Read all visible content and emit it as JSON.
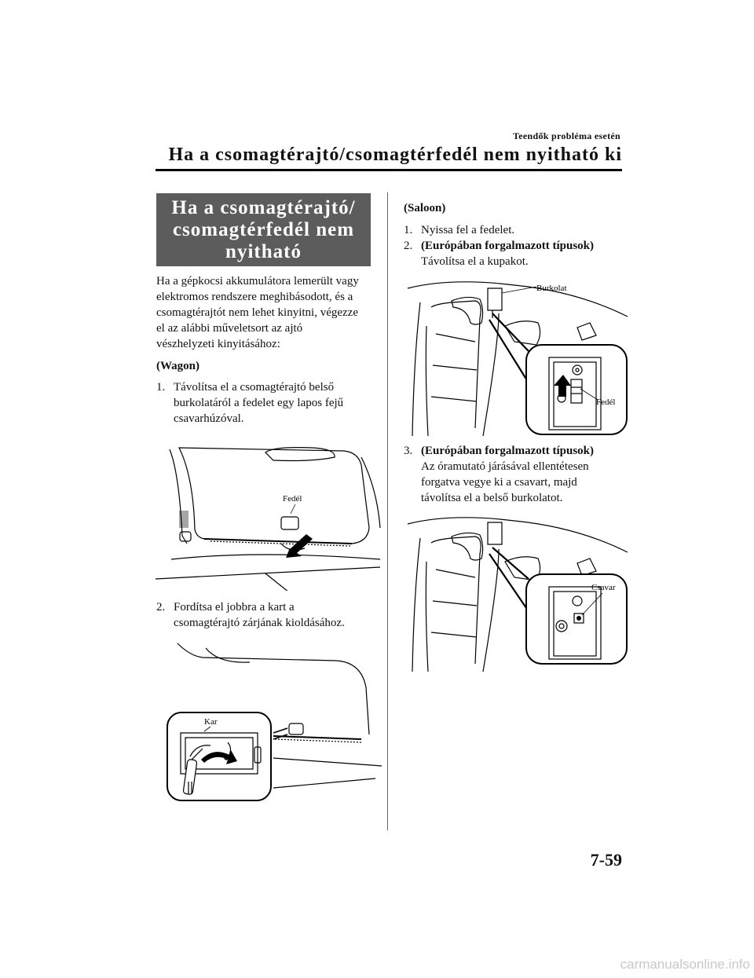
{
  "header": {
    "running_title": "Teendők probléma esetén",
    "page_title": "Ha a csomagtérajtó/csomagtérfedél nem nyitható ki"
  },
  "section_title": "Ha a csomagtérajtó/\ncsomagtérfedél nem\nnyitható",
  "intro_paragraph": [
    "Ha a gépkocsi akkumulátora lemerült vagy",
    "elektromos rendszere meghibásodott, és a",
    "csomagtérajtót nem lehet kinyitni, végezze",
    "el az alábbi műveletsort az ajtó",
    "vészhelyzeti kinyitásához:"
  ],
  "wagon": {
    "heading": "(Wagon)",
    "step1": {
      "num": "1.",
      "text": "Távolítsa el a csomagtérajtó belső\nburkolatáról a fedelet egy lapos fejű\ncsavarhúzóval."
    },
    "fig1_label": "Fedél",
    "step2": {
      "num": "2.",
      "text": "Fordítsa el jobbra a kart a\ncsomagtérajtó zárjának kioldásához."
    },
    "fig2_label": "Kar"
  },
  "saloon": {
    "heading": "(Saloon)",
    "step1": {
      "num": "1.",
      "text": "Nyissa fel a fedelet."
    },
    "step2": {
      "num": "2.",
      "bold": "(Európában forgalmazott típusok)",
      "text": "Távolítsa el a kupakot."
    },
    "fig3_labels": {
      "cover": "Burkolat",
      "lid": "Fedél"
    },
    "step3": {
      "num": "3.",
      "bold": "(Európában forgalmazott típusok)",
      "text": "Az óramutató járásával ellentétesen\nforgatva vegye ki a csavart, majd\ntávolítsa el a belső burkolatot."
    },
    "fig4_label": "Csavar"
  },
  "page_number": "7-59",
  "watermark": "carmanualsonline.info"
}
